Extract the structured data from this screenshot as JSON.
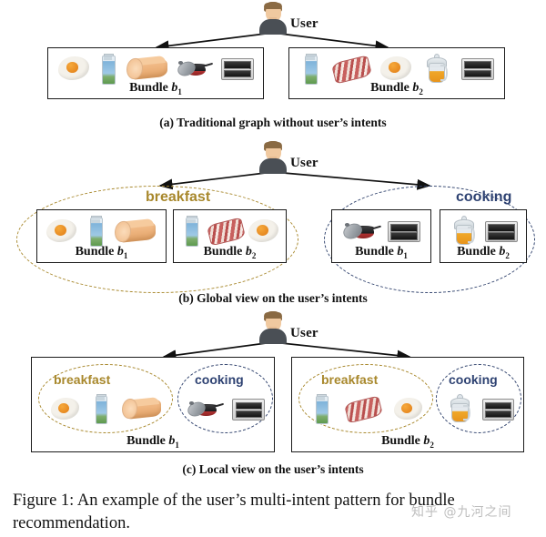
{
  "figure": {
    "caption": "Figure 1: An example of the user’s multi-intent pattern for bundle recommendation.",
    "watermark": "知乎 @九河之间"
  },
  "colors": {
    "breakfast": "#a8882c",
    "cooking": "#2e4272",
    "box_border": "#1a1a1a",
    "arrow": "#111111",
    "background": "#ffffff"
  },
  "user": {
    "label": "User",
    "avatar_icon": "user-avatar-icon"
  },
  "labels": {
    "bundle_word": "Bundle",
    "b1_symbol": "b",
    "b1_sub": "1",
    "b2_symbol": "b",
    "b2_sub": "2",
    "breakfast": "breakfast",
    "cooking": "cooking"
  },
  "panels": [
    {
      "id": "a",
      "subcaption": "(a) Traditional graph without user’s intents",
      "bundles": [
        {
          "name": "Bundle b1",
          "label_word": "Bundle",
          "label_symbol": "b",
          "label_sub": "1",
          "items": [
            "fried-egg-icon",
            "milk-carton-icon",
            "bread-loaf-icon",
            "frying-pan-icon",
            "oven-icon"
          ]
        },
        {
          "name": "Bundle b2",
          "label_word": "Bundle",
          "label_symbol": "b",
          "label_sub": "2",
          "items": [
            "milk-carton-icon",
            "bacon-icon",
            "fried-egg-icon",
            "juicer-icon",
            "oven-icon"
          ]
        }
      ]
    },
    {
      "id": "b",
      "subcaption": "(b) Global view on the user’s intents",
      "intents": [
        {
          "name": "breakfast",
          "label": "breakfast",
          "color": "#a8882c",
          "bundles": [
            {
              "label_word": "Bundle",
              "label_symbol": "b",
              "label_sub": "1",
              "items": [
                "fried-egg-icon",
                "milk-carton-icon",
                "bread-loaf-icon"
              ]
            },
            {
              "label_word": "Bundle",
              "label_symbol": "b",
              "label_sub": "2",
              "items": [
                "milk-carton-icon",
                "bacon-icon",
                "fried-egg-icon"
              ]
            }
          ]
        },
        {
          "name": "cooking",
          "label": "cooking",
          "color": "#2e4272",
          "bundles": [
            {
              "label_word": "Bundle",
              "label_symbol": "b",
              "label_sub": "1",
              "items": [
                "frying-pan-icon",
                "oven-icon"
              ]
            },
            {
              "label_word": "Bundle",
              "label_symbol": "b",
              "label_sub": "2",
              "items": [
                "juicer-icon",
                "oven-icon"
              ]
            }
          ]
        }
      ]
    },
    {
      "id": "c",
      "subcaption": "(c) Local view on the user’s intents",
      "bundles": [
        {
          "label_word": "Bundle",
          "label_symbol": "b",
          "label_sub": "1",
          "intents": [
            {
              "name": "breakfast",
              "label": "breakfast",
              "items": [
                "fried-egg-icon",
                "milk-carton-icon",
                "bread-loaf-icon"
              ]
            },
            {
              "name": "cooking",
              "label": "cooking",
              "items": [
                "frying-pan-icon",
                "oven-icon"
              ]
            }
          ]
        },
        {
          "label_word": "Bundle",
          "label_symbol": "b",
          "label_sub": "2",
          "intents": [
            {
              "name": "breakfast",
              "label": "breakfast",
              "items": [
                "milk-carton-icon",
                "bacon-icon",
                "fried-egg-icon"
              ]
            },
            {
              "name": "cooking",
              "label": "cooking",
              "items": [
                "juicer-icon",
                "oven-icon"
              ]
            }
          ]
        }
      ]
    }
  ]
}
